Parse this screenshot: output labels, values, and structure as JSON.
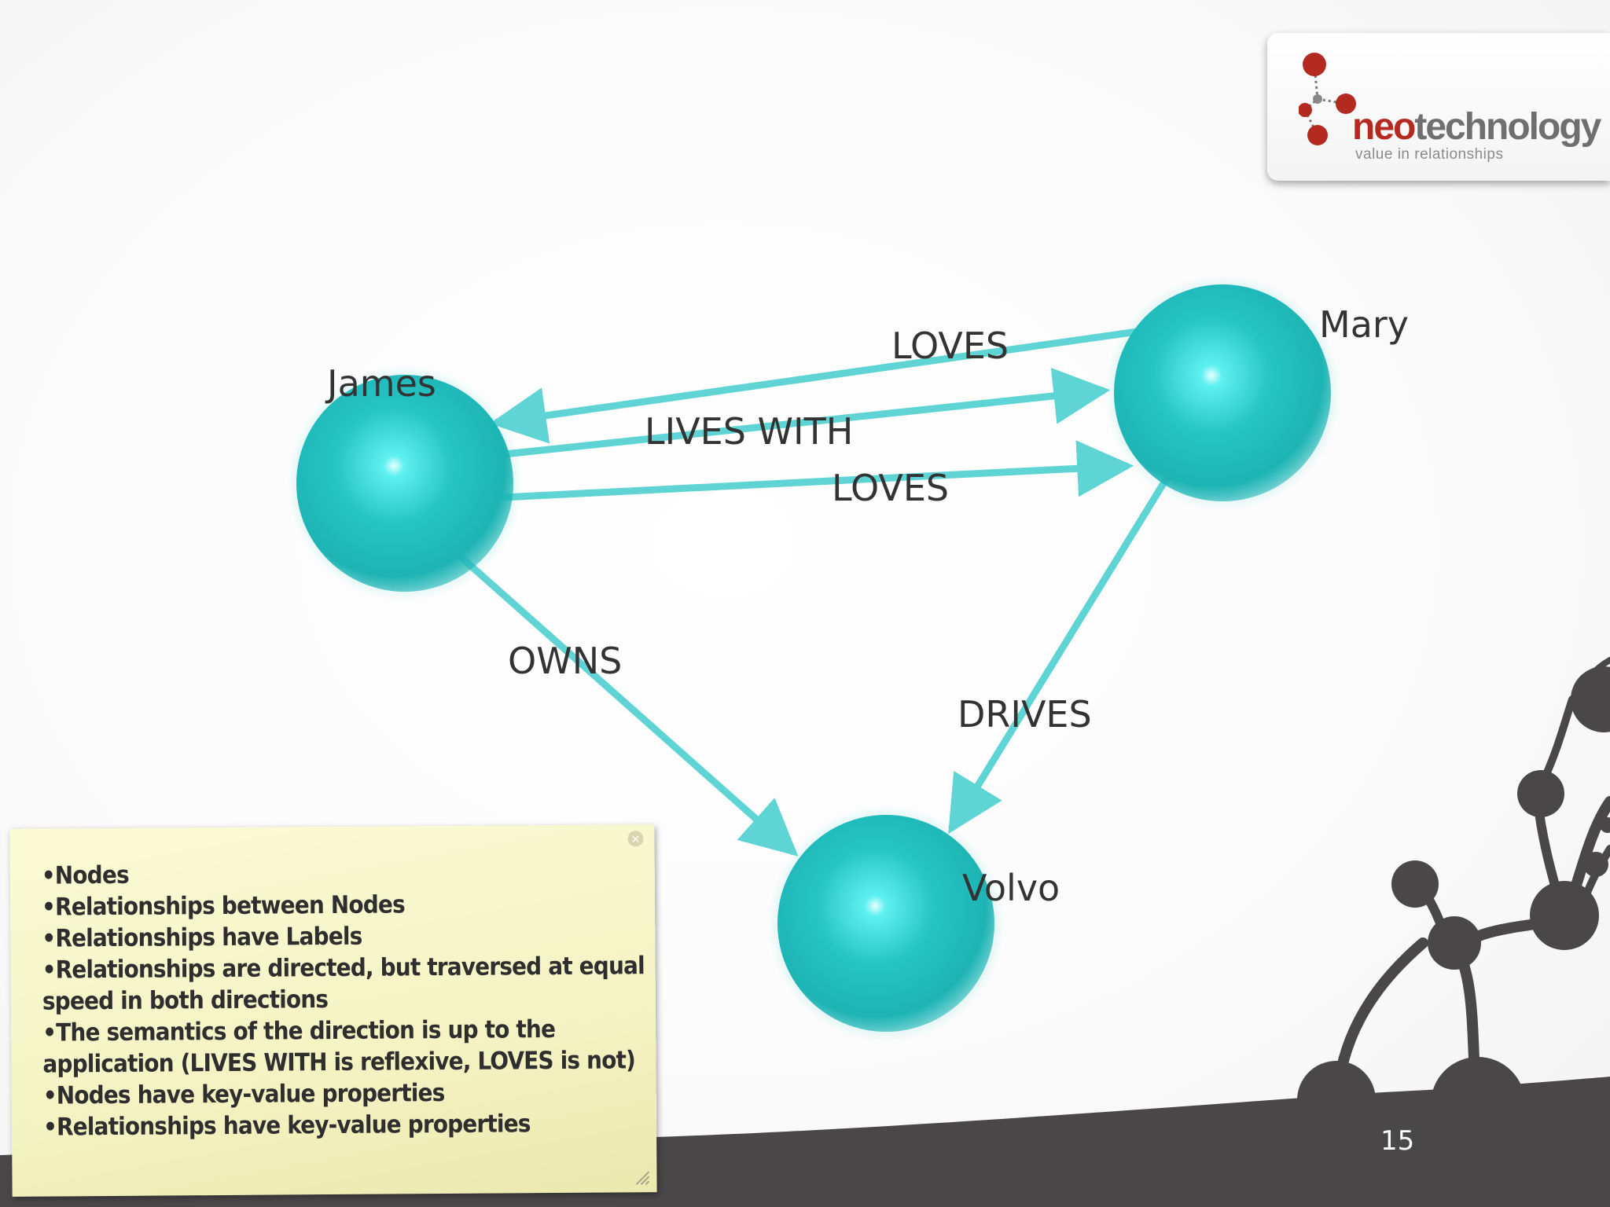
{
  "logo": {
    "word_neo": "neo",
    "word_technology": "technology",
    "tagline": "value in relationships"
  },
  "graph": {
    "nodes": [
      {
        "id": "james",
        "label": "James"
      },
      {
        "id": "mary",
        "label": "Mary"
      },
      {
        "id": "volvo",
        "label": "Volvo"
      }
    ],
    "edges": [
      {
        "id": "loves-mary-james",
        "from": "mary",
        "to": "james",
        "label": "LOVES"
      },
      {
        "id": "lives-with",
        "from": "james",
        "to": "mary",
        "label": "LIVES WITH"
      },
      {
        "id": "loves-james-mary",
        "from": "james",
        "to": "mary",
        "label": "LOVES"
      },
      {
        "id": "owns",
        "from": "james",
        "to": "volvo",
        "label": "OWNS"
      },
      {
        "id": "drives",
        "from": "mary",
        "to": "volvo",
        "label": "DRIVES"
      }
    ],
    "node_color": "#22cccc",
    "edge_color": "#4fd0d0"
  },
  "note": {
    "items": [
      "•Nodes",
      "•Relationships between Nodes",
      "•Relationships have Labels",
      "•Relationships are directed, but traversed at equal speed in both directions",
      "•The semantics of the direction is up to the application (LIVES WITH is reflexive, LOVES is not)",
      "•Nodes have key-value properties",
      "•Relationships have key-value properties"
    ]
  },
  "page_number": "15"
}
